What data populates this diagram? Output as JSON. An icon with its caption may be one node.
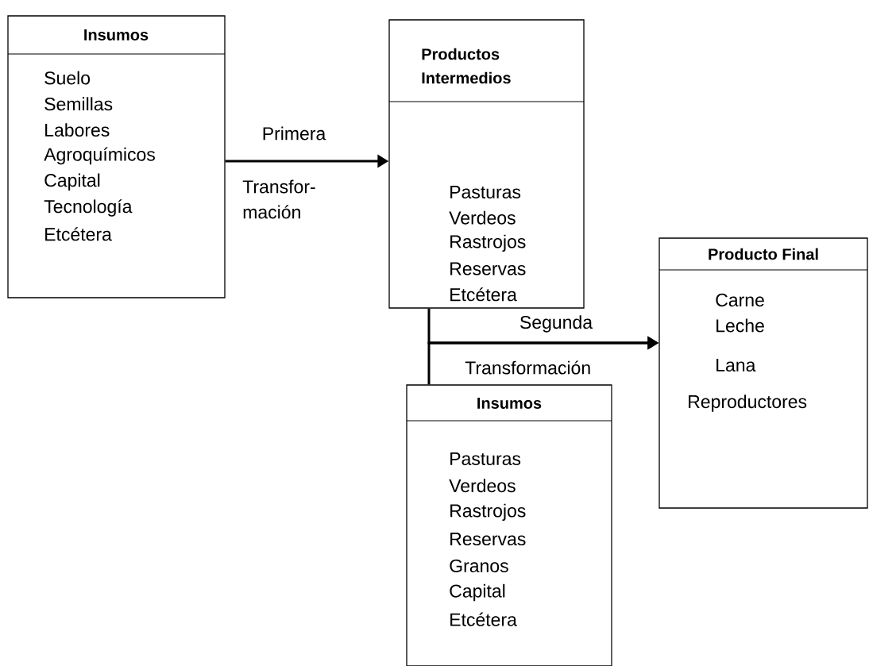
{
  "diagram": {
    "nodes": [
      {
        "text": [
          "Insumos",
          "Suelo",
          "Semillas",
          "Labores",
          "Agroquímicos",
          "Capital",
          "Tecnología",
          "Etcétera"
        ]
      },
      {
        "text": [
          "Productos Intermedios",
          "Pasturas",
          "Verdeos",
          "Rastrojos",
          "Reservas",
          "Etcétera"
        ]
      },
      {
        "text": [
          "Producto Final",
          "Carne",
          "Leche",
          "Lana",
          "Reproductores"
        ]
      },
      {
        "text": [
          "Insumos",
          "Pasturas",
          "Verdeos",
          "Rastrojos",
          "Reservas",
          "Granos",
          "Capital",
          "Etcétera"
        ]
      }
    ],
    "edges": [
      {
        "from": 0,
        "to": 1,
        "arrow": "to",
        "label": "Primera"
      },
      {
        "from": 1,
        "to": 2,
        "arrow": "to",
        "label": "Segunda"
      },
      {
        "from": 3,
        "to": 2,
        "arrow": "to"
      }
    ],
    "labels": [
      "Transfor- mación",
      "Transformación"
    ]
  }
}
